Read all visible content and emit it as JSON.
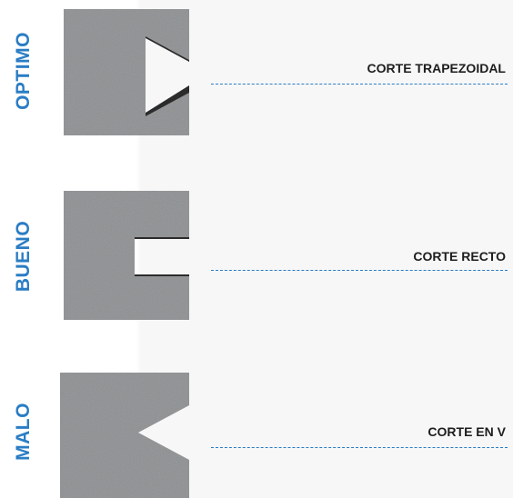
{
  "rows": [
    {
      "rating": "OPTIMO",
      "cut": "CORTE TRAPEZOIDAL"
    },
    {
      "rating": "BUENO",
      "cut": "CORTE RECTO"
    },
    {
      "rating": "MALO",
      "cut": "CORTE EN V"
    }
  ],
  "colors": {
    "accent": "#2a7dc4",
    "label_text": "#1d1d1d",
    "material": "#9a9c9e",
    "notch_shadow": "#2b2b2b",
    "background": "#f7f7f7"
  }
}
